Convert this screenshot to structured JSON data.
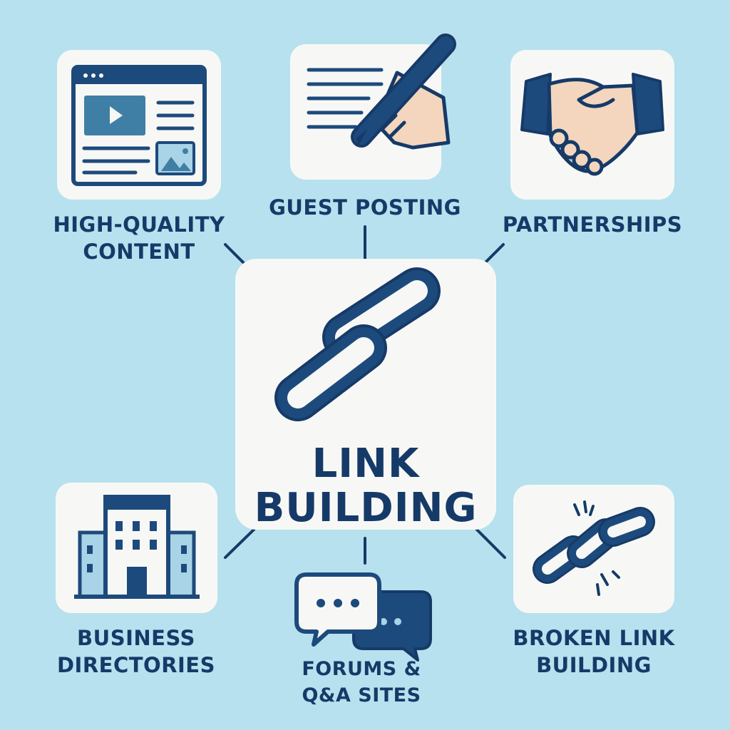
{
  "colors": {
    "background": "#b7e1ee",
    "card": "#f7f8f6",
    "navy": "#1d4a7c",
    "dark_navy": "#163a68",
    "teal": "#3f7fa6",
    "skin": "#f3d6bd",
    "light_blue": "#a9d3e6"
  },
  "center": {
    "title_line1": "LINK",
    "title_line2": "BUILDING",
    "icon": "chain-link-icon"
  },
  "nodes": {
    "content": {
      "line1": "HIGH-QUALITY",
      "line2": "CONTENT",
      "icon": "web-page-icon"
    },
    "guest": {
      "line1": "GUEST POSTING",
      "icon": "writing-hand-icon"
    },
    "partners": {
      "line1": "PARTNERSHIPS",
      "icon": "handshake-icon"
    },
    "business": {
      "line1": "BUSINESS",
      "line2": "DIRECTORIES",
      "icon": "office-building-icon"
    },
    "forums": {
      "line1": "FORUMS &",
      "line2": "Q&A SITES",
      "icon": "chat-bubbles-icon"
    },
    "broken": {
      "line1": "BROKEN LINK",
      "line2": "BUILDING",
      "icon": "broken-chain-icon"
    }
  }
}
